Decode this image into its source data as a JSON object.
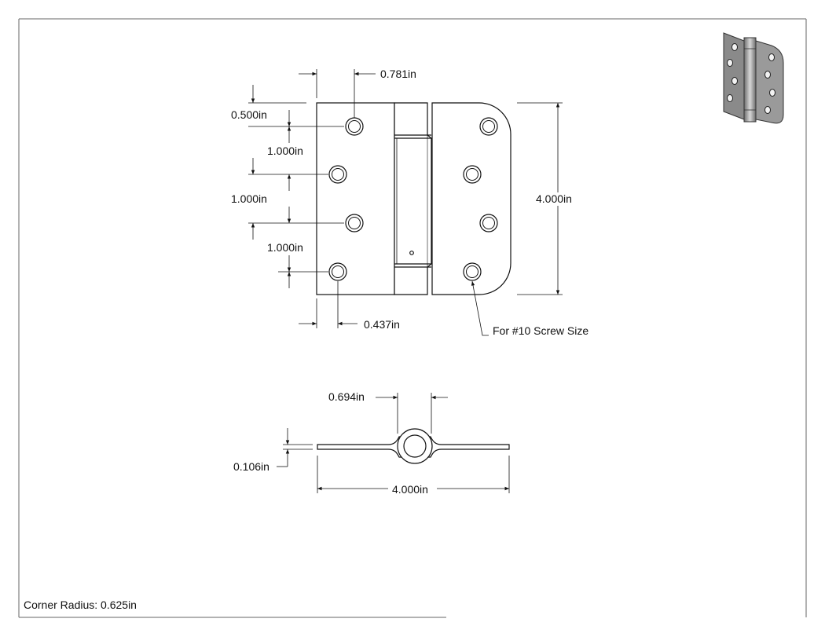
{
  "drawing": {
    "dimensions": {
      "hole_inset_top": "0.781in",
      "first_hole_offset": "0.500in",
      "hole_spacing_1": "1.000in",
      "hole_spacing_2": "1.000in",
      "hole_spacing_3": "1.000in",
      "hole_edge_offset": "0.437in",
      "leaf_height": "4.000in",
      "knuckle_width": "0.694in",
      "leaf_thickness": "0.106in",
      "open_width": "4.000in"
    },
    "screw_callout": "For #10 Screw Size",
    "corner_radius_note": "Corner Radius: 0.625in"
  }
}
